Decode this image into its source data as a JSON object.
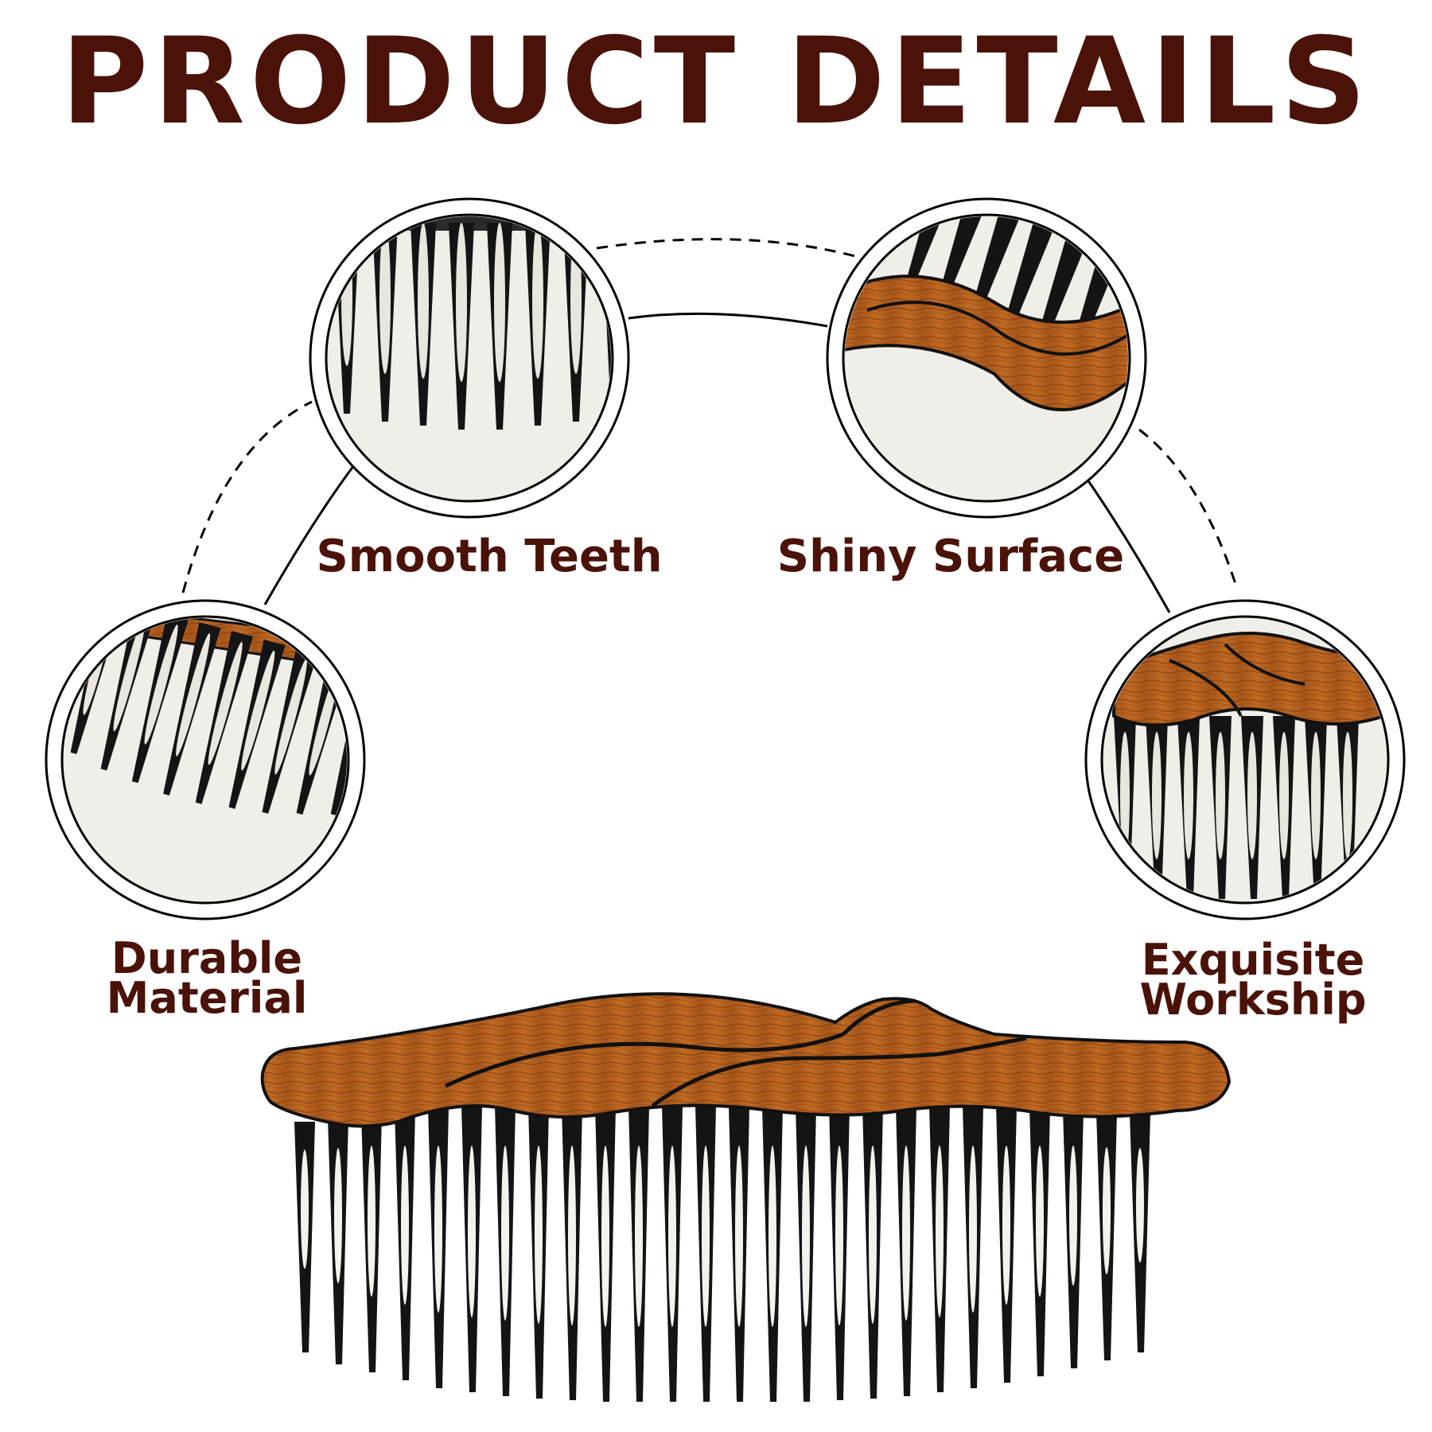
{
  "title": "PRODUCT DETAILS",
  "features": {
    "smooth_teeth": "Smooth Teeth",
    "shiny_surface": "Shiny Surface",
    "durable_line1": "Durable",
    "durable_line2": "Material",
    "exquisite_line1": "Exquisite",
    "exquisite_line2": "Workship"
  },
  "colors": {
    "title": "#4a1208",
    "wood": "#b0601c",
    "wood_dark": "#7a3a10",
    "teeth": "#141414",
    "background": "#ffffff"
  },
  "icons": [
    "detail-circle-teeth",
    "detail-circle-surface",
    "detail-circle-durable",
    "detail-circle-workship",
    "hair-comb-image"
  ]
}
